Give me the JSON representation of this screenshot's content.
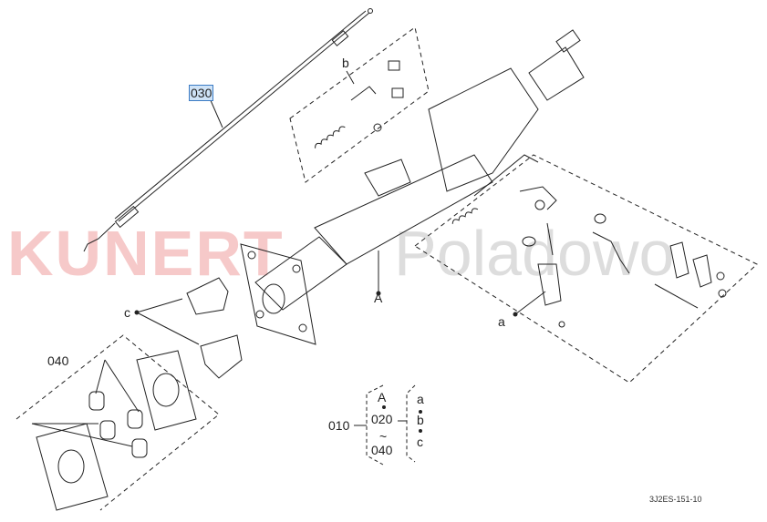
{
  "watermark": {
    "brand": "KUNERT",
    "suffix": "Poladowo"
  },
  "callouts": {
    "part_030": "030",
    "part_040": "040",
    "ref_b": "b",
    "ref_A": "A",
    "ref_c": "c",
    "ref_a": "a"
  },
  "legend": {
    "main": "010",
    "top": "A",
    "mid": "020",
    "tilde": "~",
    "bottom": "040",
    "right": [
      "a",
      "b",
      "c"
    ]
  },
  "footer": {
    "code": "3J2ES-151-10"
  }
}
